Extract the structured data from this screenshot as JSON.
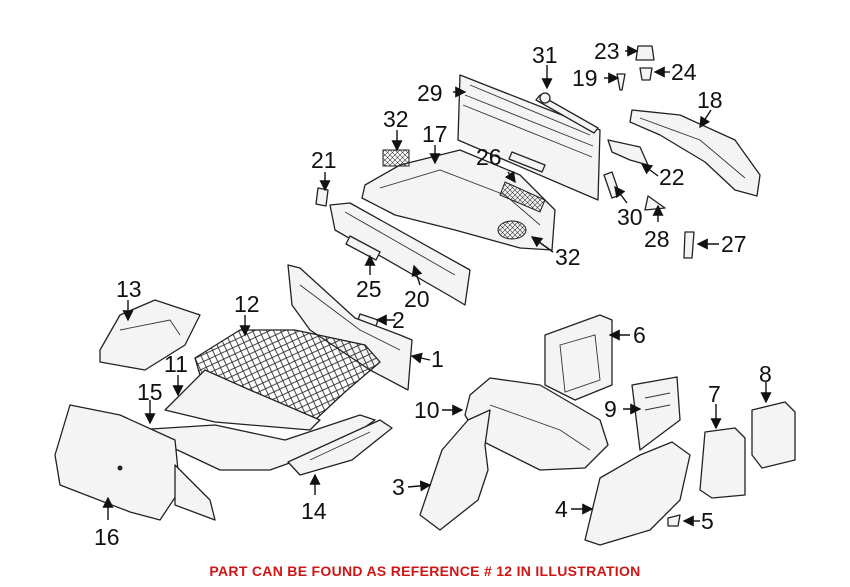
{
  "diagram": {
    "callouts": [
      "1",
      "2",
      "3",
      "4",
      "5",
      "6",
      "7",
      "8",
      "9",
      "10",
      "11",
      "12",
      "13",
      "14",
      "15",
      "16",
      "17",
      "18",
      "19",
      "20",
      "21",
      "22",
      "23",
      "24",
      "25",
      "26",
      "27",
      "28",
      "29",
      "30",
      "31",
      "32",
      "32"
    ]
  },
  "footer": {
    "note": "PART CAN BE FOUND AS REFERENCE # 12 IN ILLUSTRATION",
    "color": "#d01515"
  }
}
